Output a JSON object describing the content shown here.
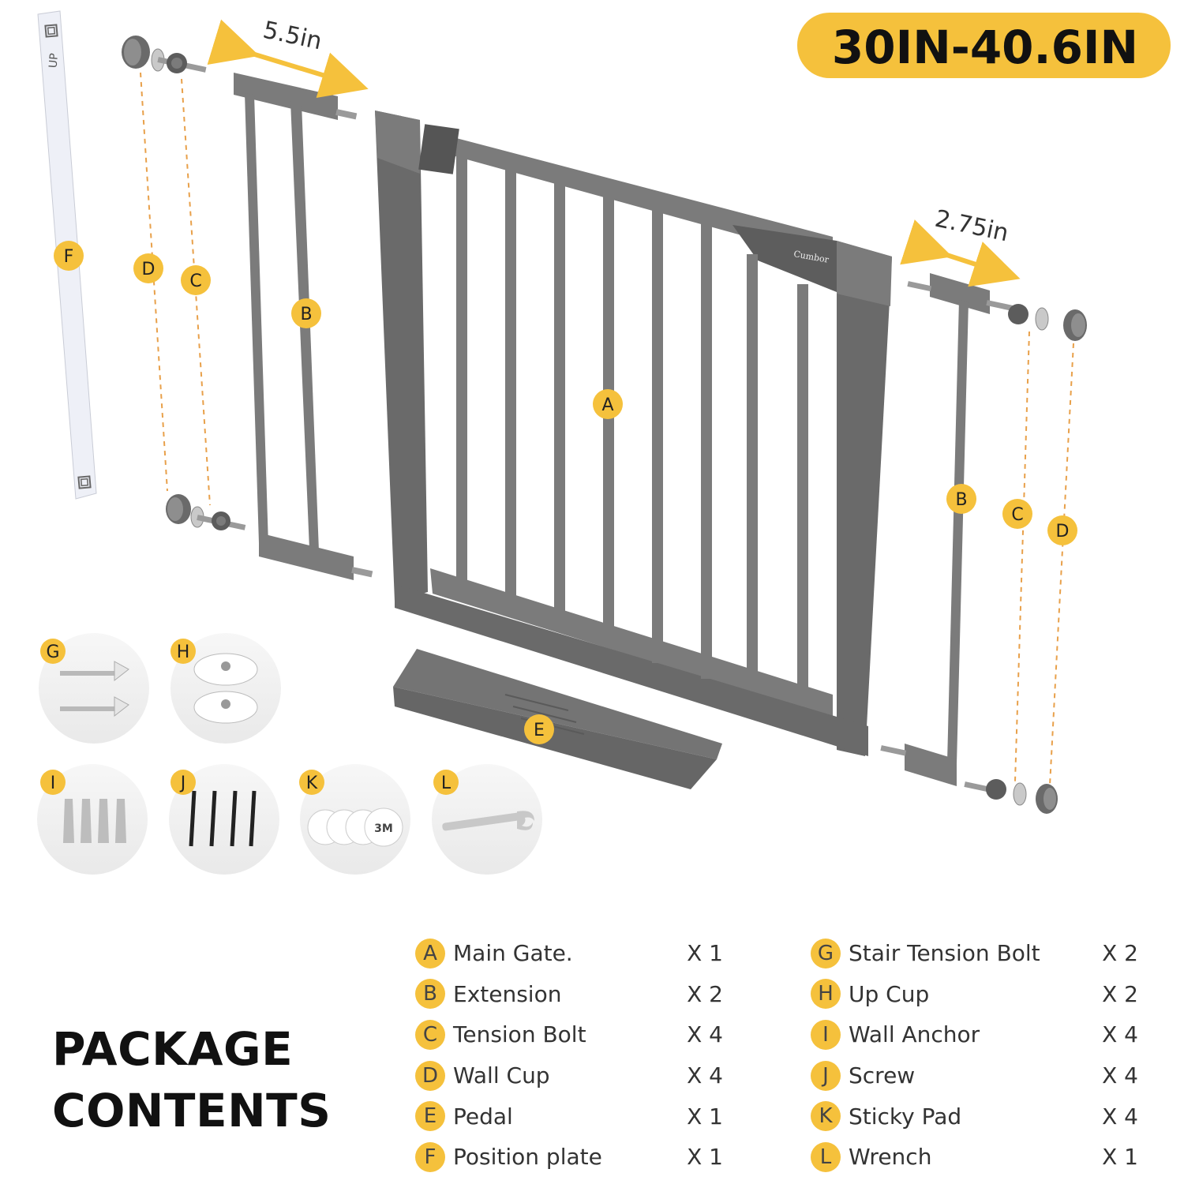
{
  "size_range": "30IN-40.6IN",
  "dimensions": {
    "extension_large": "5.5in",
    "extension_small": "2.75in"
  },
  "brand": "Cumbor",
  "position_plate_text": "UP",
  "diagram_labels": {
    "a": "A",
    "b": "B",
    "c": "C",
    "d": "D",
    "e": "E",
    "f": "F",
    "g": "G",
    "h": "H",
    "i": "I",
    "j": "J",
    "k": "K",
    "l": "L"
  },
  "sticky_pad_text": "3M",
  "title": {
    "line1": "PACKAGE",
    "line2": "CONTENTS"
  },
  "contents_left": [
    {
      "letter": "A",
      "name": "Main Gate.",
      "qty": "X 1"
    },
    {
      "letter": "B",
      "name": "Extension",
      "qty": "X 2"
    },
    {
      "letter": "C",
      "name": "Tension Bolt",
      "qty": "X 4"
    },
    {
      "letter": "D",
      "name": "Wall Cup",
      "qty": "X 4"
    },
    {
      "letter": "E",
      "name": "Pedal",
      "qty": "X 1"
    },
    {
      "letter": "F",
      "name": "Position plate",
      "qty": "X 1"
    }
  ],
  "contents_right": [
    {
      "letter": "G",
      "name": "Stair Tension Bolt",
      "qty": "X 2"
    },
    {
      "letter": "H",
      "name": "Up Cup",
      "qty": "X 2"
    },
    {
      "letter": "I",
      "name": "Wall Anchor",
      "qty": "X 4"
    },
    {
      "letter": "J",
      "name": "Screw",
      "qty": "X 4"
    },
    {
      "letter": "K",
      "name": "Sticky Pad",
      "qty": "X 4"
    },
    {
      "letter": "L",
      "name": "Wrench",
      "qty": "X 1"
    }
  ],
  "colors": {
    "accent": "#f5c13c",
    "gate": "#7b7b7b",
    "dashed_line": "#e8a04a"
  }
}
